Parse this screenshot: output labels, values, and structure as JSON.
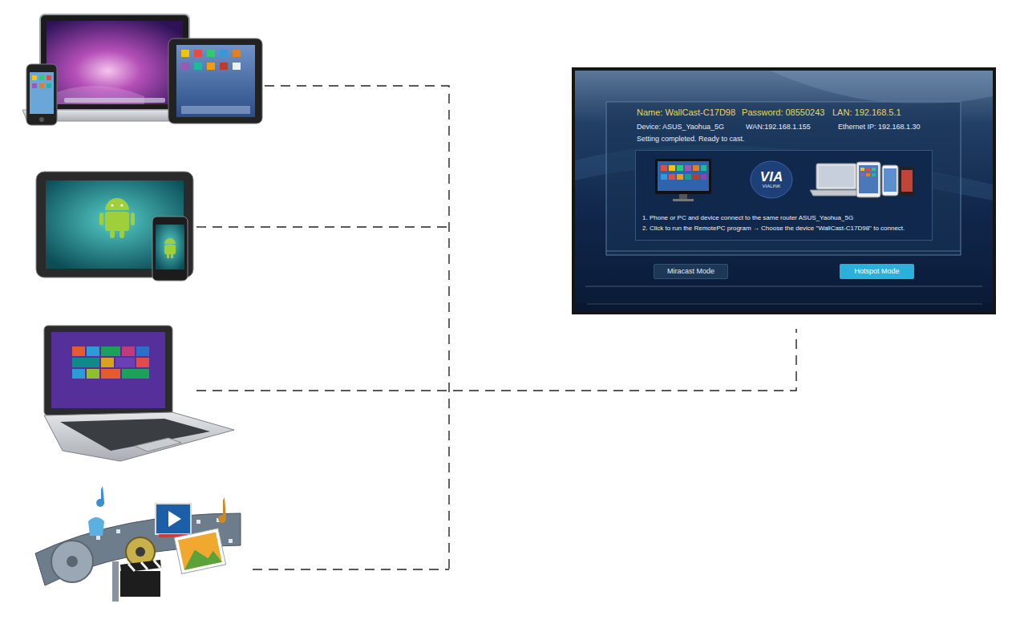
{
  "diagram": {
    "nodes": [
      {
        "text": [
          "Name: WallCast-C17D98",
          "Password: 08550243",
          "LAN: 192.168.5.1",
          "Device: ASUS_Yaohua_5G",
          "WAN:192.168.1.155",
          "Ethernet IP: 192.168.1.30",
          "Setting completed. Ready to cast."
        ]
      },
      {
        "text": [
          "1. Phone or PC and device connect to the same router ASUS_Yaohua_5G",
          "2. Click to run the RemotePC program → Choose the device \"WallCast-C17D98\" to connect."
        ],
        "in": 0
      },
      {
        "text": [
          "VIA",
          "VIALINK"
        ],
        "in": 1
      },
      {
        "text": [
          "Miracast Mode"
        ],
        "in": 0
      },
      {
        "text": [
          "Hotspot Mode"
        ],
        "in": 0
      }
    ]
  }
}
